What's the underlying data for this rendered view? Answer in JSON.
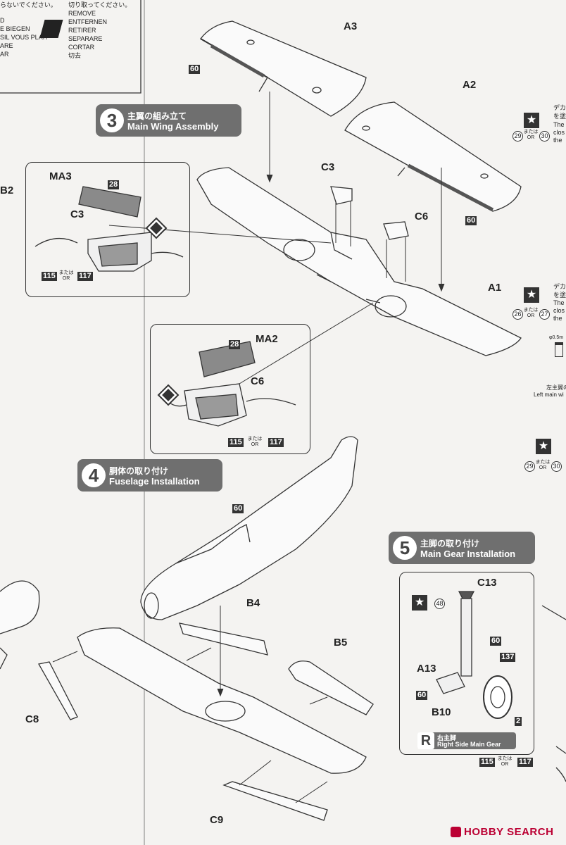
{
  "legend": {
    "left_lines": [
      "D",
      "E BIEGEN",
      "SIL VOUS PLAIT",
      "ARE",
      "AR"
    ],
    "top_partial": "らないでください。",
    "jp_cut": "切り取ってください。",
    "right_lines": [
      "REMOVE",
      "ENTFERNEN",
      "RETIRER",
      "SEPARARE",
      "CORTAR",
      "切去"
    ]
  },
  "steps": [
    {
      "number": "3",
      "jp": "主翼の組み立て",
      "en": "Main Wing Assembly"
    },
    {
      "number": "4",
      "jp": "胴体の取り付け",
      "en": "Fuselage Installation"
    },
    {
      "number": "5",
      "jp": "主脚の取り付け",
      "en": "Main Gear Installation"
    }
  ],
  "parts": {
    "a3": "A3",
    "a2": "A2",
    "a1": "A1",
    "c3": "C3",
    "c6": "C6",
    "b2": "B2",
    "ma3": "MA3",
    "ma2": "MA2",
    "c3_inset": "C3",
    "c6_inset": "C6",
    "b4": "B4",
    "b5": "B5",
    "c8": "C8",
    "c9": "C9",
    "c13": "C13",
    "a13": "A13",
    "b10": "B10"
  },
  "color_refs": {
    "n60_a": "60",
    "n60_b": "60",
    "n60_c": "60",
    "n60_d": "60",
    "n60_e": "60",
    "n28_a": "28",
    "n28_b": "28",
    "n115_a": "115",
    "n117_a": "117",
    "n115_b": "115",
    "n117_b": "117",
    "n115_c": "115",
    "n117_c": "117",
    "n137": "137",
    "n2": "2"
  },
  "or_text": {
    "jp": "または",
    "en": "OR"
  },
  "decals": {
    "d29a": "29",
    "d30a": "30",
    "d26": "26",
    "d27": "27",
    "d29b": "29",
    "d30b": "30",
    "d48": "48"
  },
  "right_side_text": {
    "jp1": "デカ",
    "jp2": "を塗",
    "en1": "The",
    "en2": "clos",
    "en3": "the",
    "jp3": "デカ",
    "jp4": "を塗",
    "en4": "The",
    "en5": "clos",
    "en6": "the",
    "drill": "φ0.5m",
    "left_wing_jp": "左主翼の",
    "left_wing_en": "Left main wi"
  },
  "right_gear": {
    "letter": "R",
    "jp": "右主脚",
    "en": "Right Side Main Gear"
  },
  "watermark": "HOBBY SEARCH"
}
